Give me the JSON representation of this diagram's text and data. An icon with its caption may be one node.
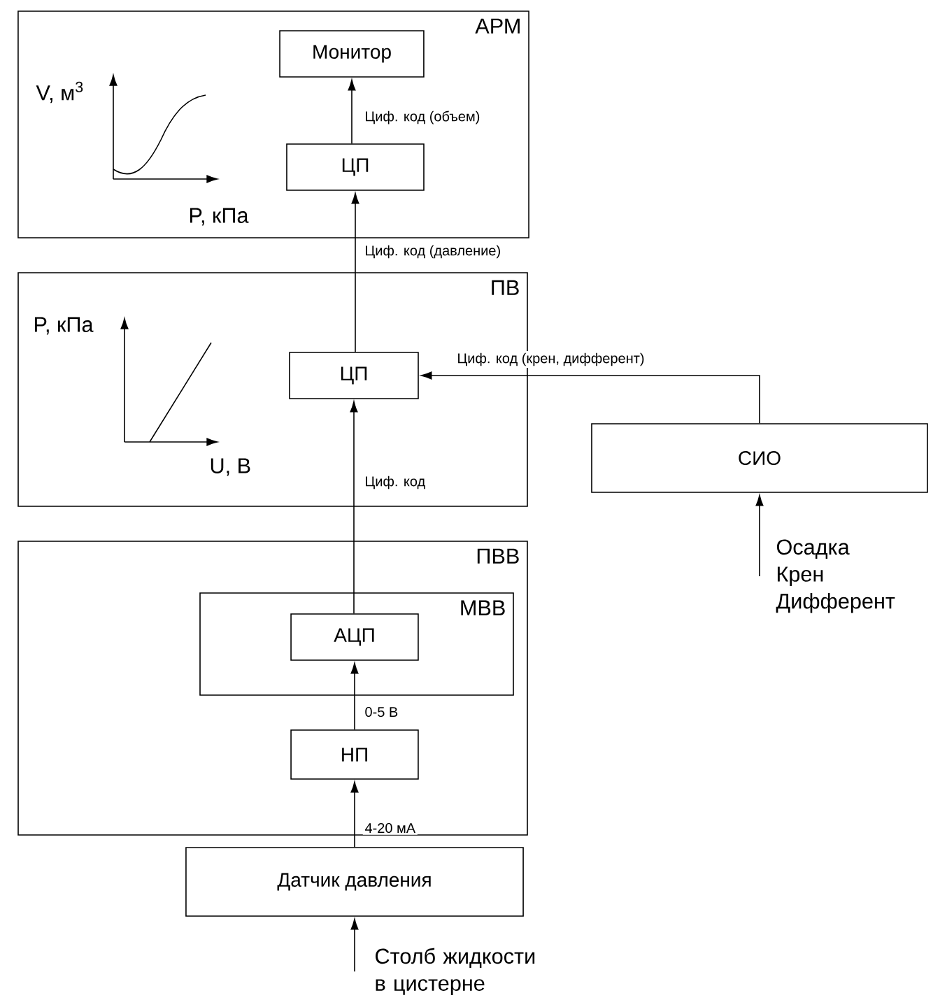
{
  "diagram": {
    "nodes": [
      {
        "text": [
          "АРМ"
        ]
      },
      {
        "text": [
          "Монитор"
        ],
        "in": 0
      },
      {
        "text": [
          "ЦП"
        ],
        "in": 0
      },
      {
        "text": [
          "ПВ"
        ]
      },
      {
        "text": [
          "ЦП"
        ],
        "in": 3
      },
      {
        "text": [
          "СИО"
        ]
      },
      {
        "text": [
          "ПВВ"
        ]
      },
      {
        "text": [
          "МВВ"
        ],
        "in": 6
      },
      {
        "text": [
          "АЦП"
        ],
        "in": 7
      },
      {
        "text": [
          "НП"
        ],
        "in": 6
      },
      {
        "text": [
          "Датчик давления"
        ]
      },
      {
        "text": [
          "Осадка Крен Дифферент"
        ]
      },
      {
        "text": [
          "Столб жидкости в цистерне"
        ]
      }
    ],
    "edges": [
      {
        "from": 12,
        "to": 10,
        "arrow": "to"
      },
      {
        "from": 10,
        "to": 9,
        "arrow": "to",
        "label": "4-20 мА"
      },
      {
        "from": 9,
        "to": 8,
        "arrow": "to",
        "label": "0-5 В"
      },
      {
        "from": 8,
        "to": 4,
        "arrow": "to",
        "label": "Циф. код"
      },
      {
        "from": 5,
        "to": 4,
        "arrow": "to",
        "label": "Циф. код (крен, дифферент)"
      },
      {
        "from": 4,
        "to": 2,
        "arrow": "to",
        "label": "Циф. код (давление)"
      },
      {
        "from": 2,
        "to": 1,
        "arrow": "to",
        "label": "Циф. код (объем)"
      },
      {
        "from": 11,
        "to": 5,
        "arrow": "to"
      }
    ],
    "labels": [
      "V, м$^{3}$",
      "P, кПа",
      "P, кПа",
      "U, В"
    ]
  }
}
